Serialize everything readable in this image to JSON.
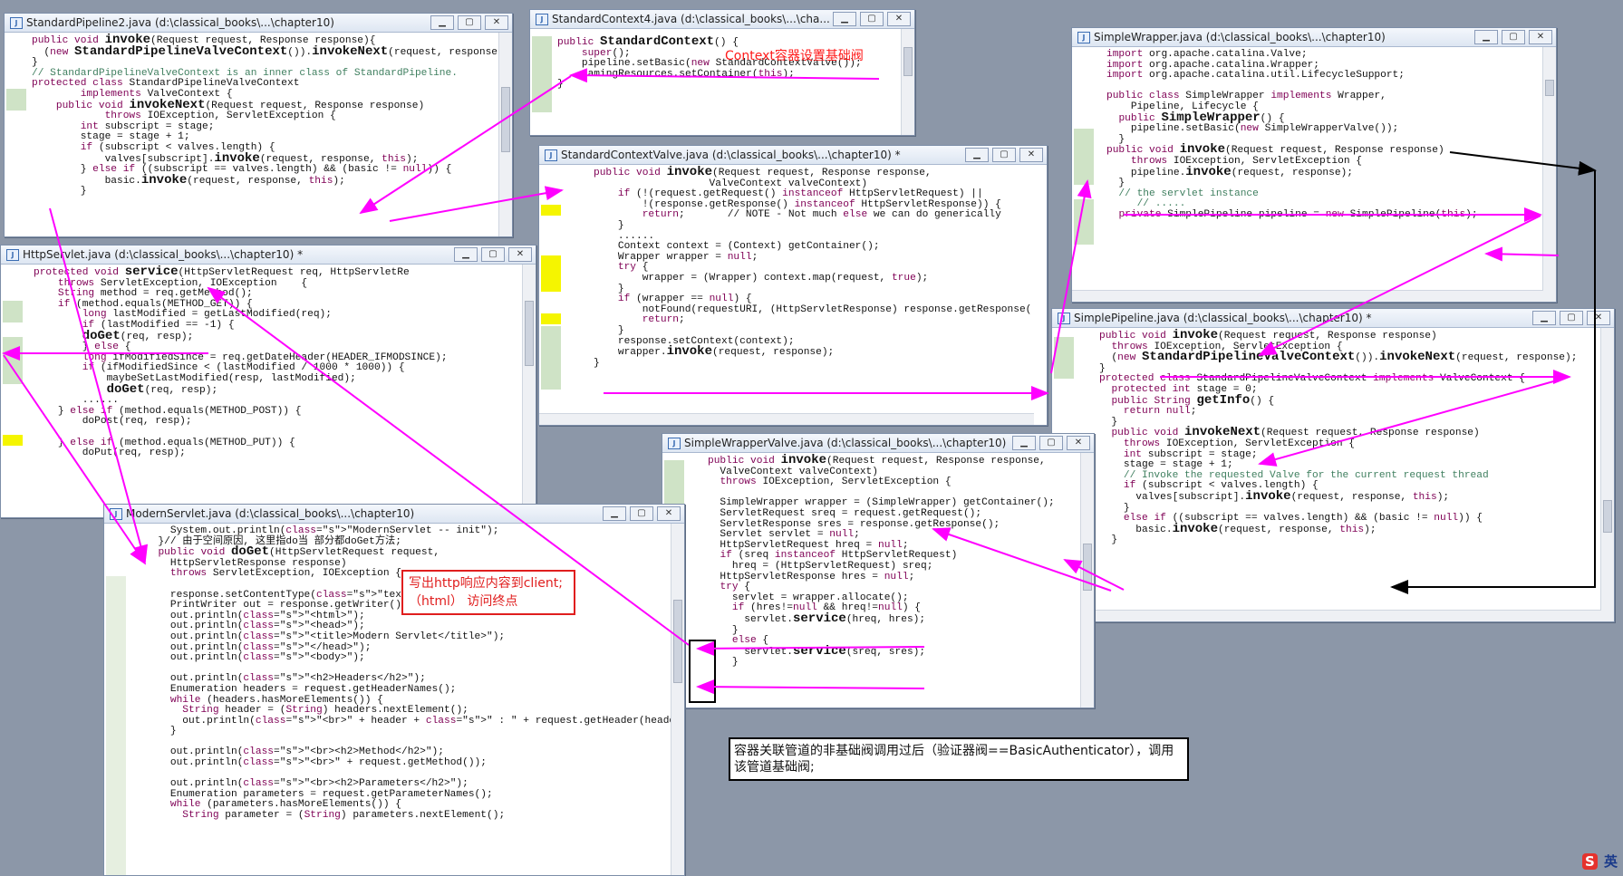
{
  "windows": {
    "standard_pipeline2": {
      "title": "StandardPipeline2.java (d:\\classical_books\\...\\chapter10)",
      "code": [
        "public void invoke(Request request, Response response){",
        "  (new StandardPipelineValveContext()).invokeNext(request, response);",
        "}",
        "// StandardPipelineValveContext is an inner class of StandardPipeline.",
        "protected class StandardPipelineValveContext",
        "        implements ValveContext {",
        "    public void invokeNext(Request request, Response response)",
        "            throws IOException, ServletException {",
        "        int subscript = stage;",
        "        stage = stage + 1;",
        "        if (subscript < valves.length) {",
        "            valves[subscript].invoke(request, response, this);",
        "        } else if ((subscript == valves.length) && (basic != null)) {",
        "            basic.invoke(request, response, this);",
        "        }"
      ]
    },
    "standard_context4": {
      "title": "StandardContext4.java (d:\\classical_books\\...\\cha...",
      "code": [
        "public StandardContext() {",
        "    super();",
        "    pipeline.setBasic(new StandardContextValve());",
        "    namingResources.setContainer(this);",
        "}"
      ],
      "annotation": "Context容器设置基础阀"
    },
    "standard_context_valve": {
      "title": "StandardContextValve.java (d:\\classical_books\\...\\chapter10) *",
      "code": [
        "public void invoke(Request request, Response response,",
        "                   ValveContext valveContext)",
        "    if (!(request.getRequest() instanceof HttpServletRequest) ||",
        "        !(response.getResponse() instanceof HttpServletResponse)) {",
        "        return;       // NOTE - Not much else we can do generically",
        "    }",
        "    ......",
        "    Context context = (Context) getContainer();",
        "    Wrapper wrapper = null;",
        "    try {",
        "        wrapper = (Wrapper) context.map(request, true);",
        "    }",
        "    if (wrapper == null) {",
        "        notFound(requestURI, (HttpServletResponse) response.getResponse(",
        "        return;",
        "    }",
        "    response.setContext(context);",
        "    wrapper.invoke(request, response);",
        "}"
      ]
    },
    "simple_wrapper": {
      "title": "SimpleWrapper.java (d:\\classical_books\\...\\chapter10)",
      "code": [
        "import org.apache.catalina.Valve;",
        "import org.apache.catalina.Wrapper;",
        "import org.apache.catalina.util.LifecycleSupport;",
        "",
        "public class SimpleWrapper implements Wrapper,",
        "    Pipeline, Lifecycle {",
        "  public SimpleWrapper() {",
        "    pipeline.setBasic(new SimpleWrapperValve());",
        "  }",
        "public void invoke(Request request, Response response)",
        "    throws IOException, ServletException {",
        "    pipeline.invoke(request, response);",
        "  }",
        "  // the servlet instance",
        "     // .....",
        "  private SimplePipeline pipeline = new SimplePipeline(this);"
      ]
    },
    "http_servlet": {
      "title": "HttpServlet.java (d:\\classical_books\\...\\chapter10) *",
      "code": [
        "protected void service(HttpServletRequest req, HttpServletRe",
        "    throws ServletException, IOException    {",
        "    String method = req.getMethod();",
        "    if (method.equals(METHOD_GET)) {",
        "        long lastModified = getLastModified(req);",
        "        if (lastModified == -1) {",
        "        doGet(req, resp);",
        "        } else {",
        "        long ifModifiedSince = req.getDateHeader(HEADER_IFMODSINCE);",
        "        if (ifModifiedSince < (lastModified / 1000 * 1000)) {",
        "            maybeSetLastModified(resp, lastModified);",
        "            doGet(req, resp);",
        "        ......",
        "    } else if (method.equals(METHOD_POST)) {",
        "        doPost(req, resp);",
        "",
        "    } else if (method.equals(METHOD_PUT)) {",
        "        doPut(req, resp);"
      ]
    },
    "simple_pipeline": {
      "title": "SimplePipeline.java (d:\\classical_books\\...\\chapter10) *",
      "code": [
        "public void invoke(Request request, Response response)",
        "  throws IOException, ServletException {",
        "  (new StandardPipelineValveContext()).invokeNext(request, response);",
        "}",
        "protected class StandardPipelineValveContext implements ValveContext {",
        "  protected int stage = 0;",
        "  public String getInfo() {",
        "    return null;",
        "  }",
        "  public void invokeNext(Request request, Response response)",
        "    throws IOException, ServletException {",
        "    int subscript = stage;",
        "    stage = stage + 1;",
        "    // Invoke the requested Valve for the current request thread",
        "    if (subscript < valves.length) {",
        "      valves[subscript].invoke(request, response, this);",
        "    }",
        "    else if ((subscript == valves.length) && (basic != null)) {",
        "      basic.invoke(request, response, this);",
        "  }"
      ]
    },
    "simple_wrapper_valve": {
      "title": "SimpleWrapperValve.java (d:\\classical_books\\...\\chapter10)",
      "code": [
        "public void invoke(Request request, Response response,",
        "  ValveContext valveContext)",
        "  throws IOException, ServletException {",
        "",
        "  SimpleWrapper wrapper = (SimpleWrapper) getContainer();",
        "  ServletRequest sreq = request.getRequest();",
        "  ServletResponse sres = response.getResponse();",
        "  Servlet servlet = null;",
        "  HttpServletRequest hreq = null;",
        "  if (sreq instanceof HttpServletRequest)",
        "    hreq = (HttpServletRequest) sreq;",
        "  HttpServletResponse hres = null;",
        "  try {",
        "    servlet = wrapper.allocate();",
        "    if (hres!=null && hreq!=null) {",
        "      servlet.service(hreq, hres);",
        "    }",
        "    else {",
        "      servlet.service(sreq, sres);",
        "    }"
      ]
    },
    "modern_servlet": {
      "title": "ModernServlet.java (d:\\classical_books\\...\\chapter10)",
      "code": [
        "    System.out.println(\"ModernServlet -- init\");",
        "  }// 由于空间原因, 这里指do当 部分都doGet方法;",
        "  public void doGet(HttpServletRequest request,",
        "    HttpServletResponse response)",
        "    throws ServletException, IOException {",
        "",
        "    response.setContentType(\"text/html\");",
        "    PrintWriter out = response.getWriter();",
        "    out.println(\"<html>\");",
        "    out.println(\"<head>\");",
        "    out.println(\"<title>Modern Servlet</title>\");",
        "    out.println(\"</head>\");",
        "    out.println(\"<body>\");",
        "",
        "    out.println(\"<h2>Headers</h2>\");",
        "    Enumeration headers = request.getHeaderNames();",
        "    while (headers.hasMoreElements()) {",
        "      String header = (String) headers.nextElement();",
        "      out.println(\"<br>\" + header + \" : \" + request.getHeader(header));",
        "    }",
        "",
        "    out.println(\"<br><h2>Method</h2>\");",
        "    out.println(\"<br>\" + request.getMethod());",
        "",
        "    out.println(\"<br><h2>Parameters</h2>\");",
        "    Enumeration parameters = request.getParameterNames();",
        "    while (parameters.hasMoreElements()) {",
        "      String parameter = (String) parameters.nextElement();"
      ],
      "callout": "写出http响应内容到client;（html） 访问终点"
    }
  },
  "annotations": {
    "bottom_note": "容器关联管道的非基础阀调用过后（验证器阀==BasicAuthenticator），调用该管道基础阀;"
  },
  "taskbar": {
    "ime_logo": "S",
    "ime_mode": "英"
  },
  "colors": {
    "arrow_magenta": "#ff00ff",
    "annotation_red": "#e01e1e",
    "keyword": "#7f0055",
    "desktop": "#8c97a8"
  }
}
